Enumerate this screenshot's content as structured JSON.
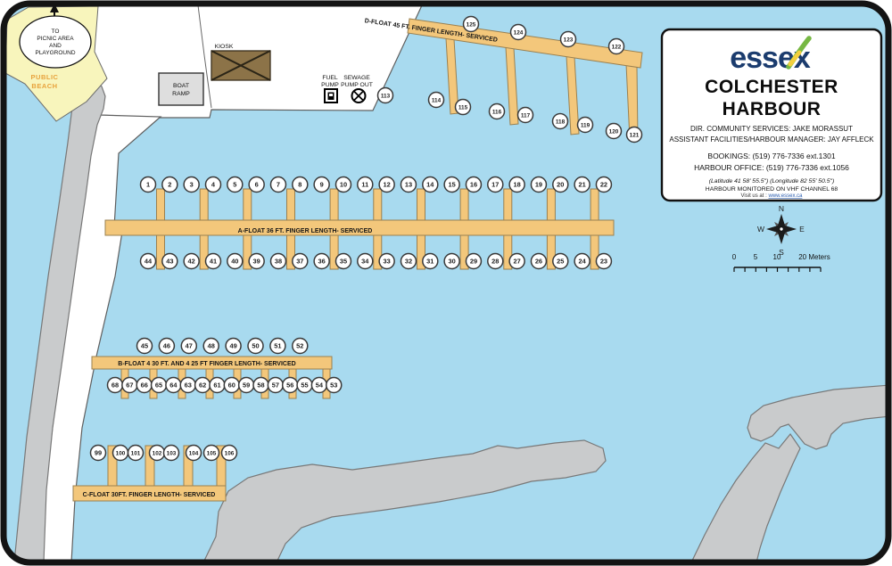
{
  "signs": {
    "picnic": [
      "TO",
      "PICNIC AREA",
      "AND",
      "PLAYGROUND"
    ],
    "public_beach": [
      "PUBLIC",
      "BEACH"
    ],
    "boat_ramp": [
      "BOAT",
      "RAMP"
    ],
    "kiosk": "KIOSK",
    "fuel_pump": [
      "FUEL",
      "PUMP"
    ],
    "sewage_pump": [
      "SEWAGE",
      "PUMP OUT"
    ]
  },
  "floats": {
    "a": {
      "label": "A-FLOAT 36 FT. FINGER LENGTH- SERVICED",
      "slips_top": [
        1,
        2,
        3,
        4,
        5,
        6,
        7,
        8,
        9,
        10,
        11,
        12,
        13,
        14,
        15,
        16,
        17,
        18,
        19,
        20,
        21,
        22
      ],
      "slips_bottom": [
        44,
        43,
        42,
        41,
        40,
        39,
        38,
        37,
        36,
        35,
        34,
        33,
        32,
        31,
        30,
        29,
        28,
        27,
        26,
        25,
        24,
        23
      ]
    },
    "b": {
      "label": "B-FLOAT 4 30 FT. AND 4 25 FT FINGER LENGTH- SERVICED",
      "slips_top": [
        45,
        46,
        47,
        48,
        49,
        50,
        51,
        52
      ],
      "slips_bottom": [
        68,
        67,
        66,
        65,
        64,
        63,
        62,
        61,
        60,
        59,
        58,
        57,
        56,
        55,
        54,
        53
      ]
    },
    "c": {
      "label": "C-FLOAT 30FT. FINGER LENGTH- SERVICED",
      "slips": [
        99,
        100,
        101,
        102,
        103,
        104,
        105,
        106
      ]
    },
    "d": {
      "label": "D-FLOAT 45 FT. FINGER LENGTH- SERVICED",
      "slips_top": [
        125,
        124,
        123,
        122
      ],
      "slips_bottom": [
        113,
        114,
        115,
        116,
        117,
        118,
        119,
        120,
        121
      ]
    }
  },
  "info_box": {
    "logo_text": "essex",
    "title_line1": "COLCHESTER",
    "title_line2": "HARBOUR",
    "director": "DIR. COMMUNITY SERVICES: JAKE MORASSUT",
    "assistant": "ASSISTANT FACILITIES/HARBOUR MANAGER: JAY AFFLECK",
    "bookings": "BOOKINGS: (519) 776-7336 ext.1301",
    "office": "HARBOUR OFFICE: (519) 776-7336 ext.1056",
    "coordinates": "(Latitude 41 58' 55.5\") (Longitude 82 55' 50.5\")",
    "vhf": "HARBOUR MONITORED ON VHF CHANNEL 68",
    "visit_prefix": "Visit us at : ",
    "website": "www.essex.ca"
  },
  "compass": {
    "n": "N",
    "e": "E",
    "s": "S",
    "w": "W"
  },
  "scale_bar": {
    "ticks": [
      "0",
      "5",
      "10"
    ],
    "end": "20 Meters"
  },
  "colors": {
    "water": "#A8DAEF",
    "land": "#FFFFFF",
    "gray": "#C9CBCC",
    "beach": "#F8F5BC",
    "beachText": "#E8A33D",
    "floatFill": "#F3C77B",
    "floatStroke": "#9A8050",
    "kiosk": "#8C7348",
    "logoBlue": "#1B3C6E",
    "logoGreen": "#76B843",
    "logoYellow": "#F3D03E",
    "link": "#2A5DB0"
  }
}
